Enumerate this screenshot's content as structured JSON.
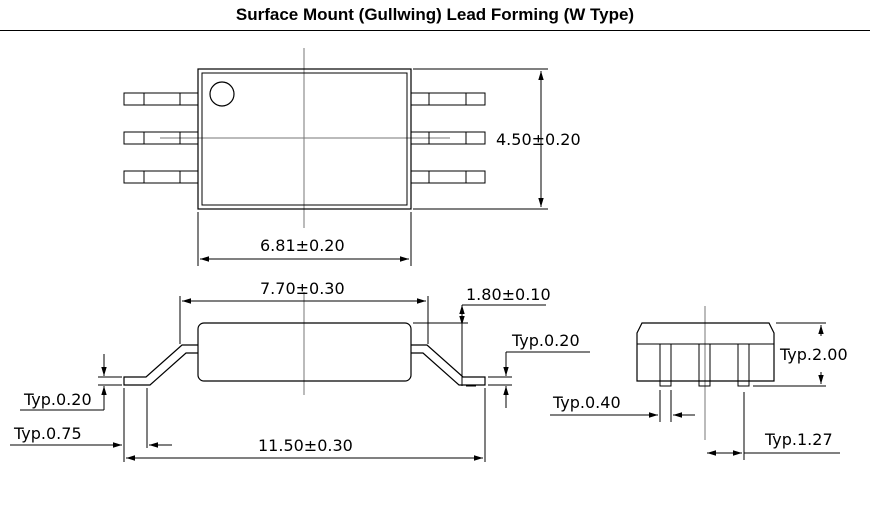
{
  "title": "Surface Mount (Gullwing) Lead Forming (W Type)",
  "dimensions": {
    "height_body_top": "4.50±0.20",
    "width_body_top": "6.81±0.20",
    "body_length_side": "7.70±0.30",
    "body_height_side": "1.80±0.10",
    "lead_offset": "Typ.0.20",
    "lead_thickness": "Typ.0.20",
    "lead_foot": "Typ.0.75",
    "overall_length": "11.50±0.30",
    "end_height": "Typ.2.00",
    "lead_width": "Typ.0.40",
    "lead_pitch": "Typ.1.27"
  }
}
